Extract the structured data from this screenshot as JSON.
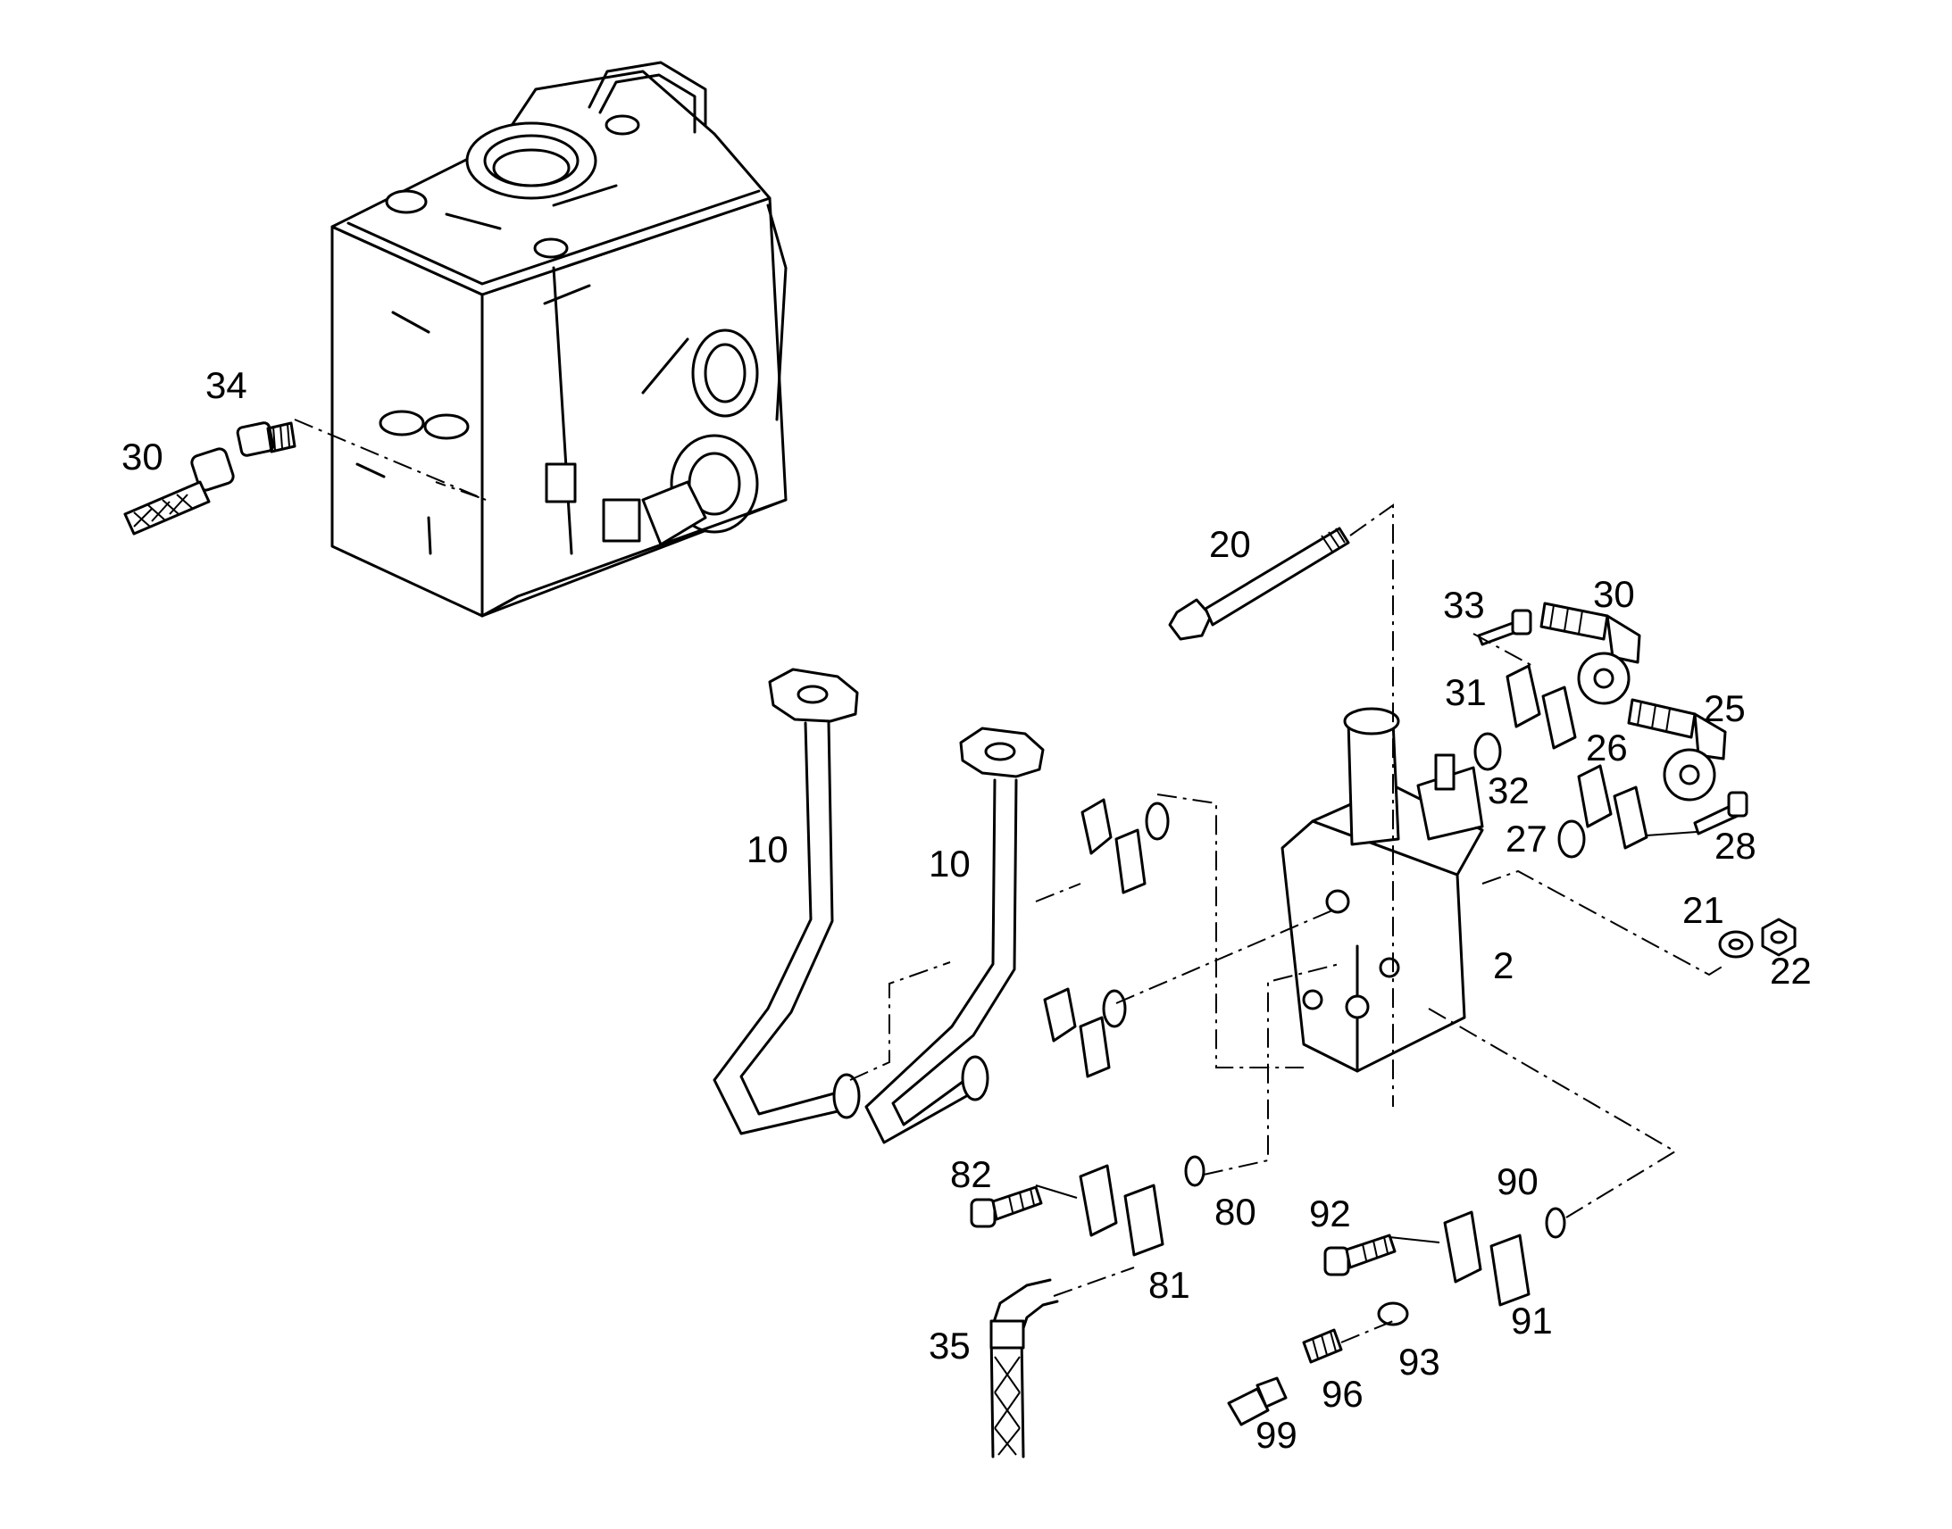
{
  "labels": {
    "p34": "34",
    "p30a": "30",
    "p20": "20",
    "p33": "33",
    "p30b": "30",
    "p31": "31",
    "p25": "25",
    "p26": "26",
    "p32": "32",
    "p27": "27",
    "p28": "28",
    "p10a": "10",
    "p10b": "10",
    "p21": "21",
    "p22": "22",
    "p2": "2",
    "p82": "82",
    "p80": "80",
    "p90": "90",
    "p92": "92",
    "p81": "81",
    "p91": "91",
    "p35": "35",
    "p93": "93",
    "p96": "96",
    "p99": "99"
  }
}
